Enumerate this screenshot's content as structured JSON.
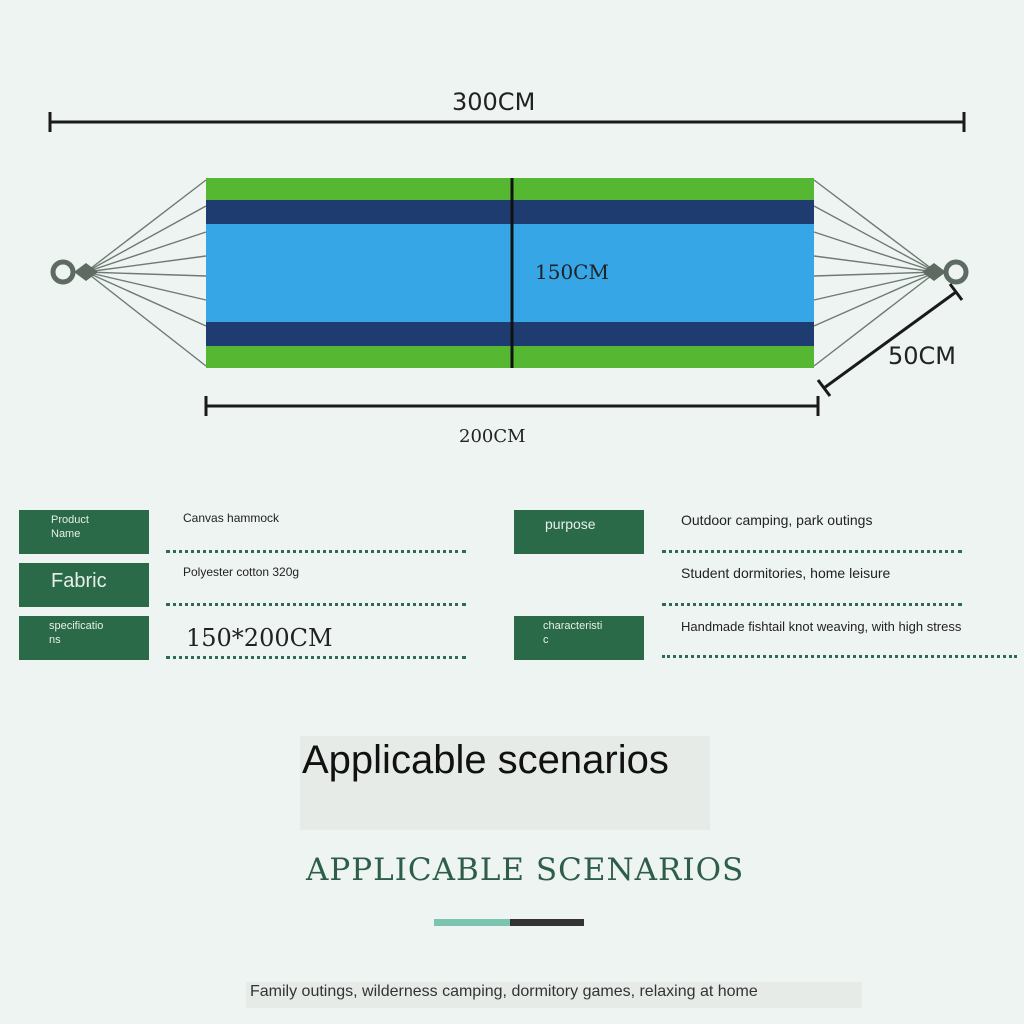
{
  "dimensions": {
    "total_length": "300CM",
    "width": "150CM",
    "bed_length": "200CM",
    "rope_length": "50CM"
  },
  "colors": {
    "green_edge": "#56b832",
    "navy_stripe": "#1f3c70",
    "blue_body": "#36a6e6",
    "label_bg": "#2a6a48",
    "accent_teal": "#7cc4b0",
    "accent_dark": "#333333"
  },
  "specs": {
    "left": [
      {
        "label": "Product\nName",
        "value": "Canvas hammock"
      },
      {
        "label": "Fabric",
        "value": "Polyester cotton 320g"
      },
      {
        "label": "specificatio\nns",
        "value": "150*200CM"
      }
    ],
    "right": [
      {
        "label": "purpose",
        "value": "Outdoor camping, park outings"
      },
      {
        "label": "",
        "value": "Student dormitories, home leisure"
      },
      {
        "label": "characteristi\nc",
        "value": "Handmade fishtail knot weaving, with high stress"
      }
    ]
  },
  "scenarios": {
    "heading": "Applicable scenarios",
    "subheading": "APPLICABLE SCENARIOS",
    "description": "Family outings, wilderness camping, dormitory games, relaxing at home"
  }
}
